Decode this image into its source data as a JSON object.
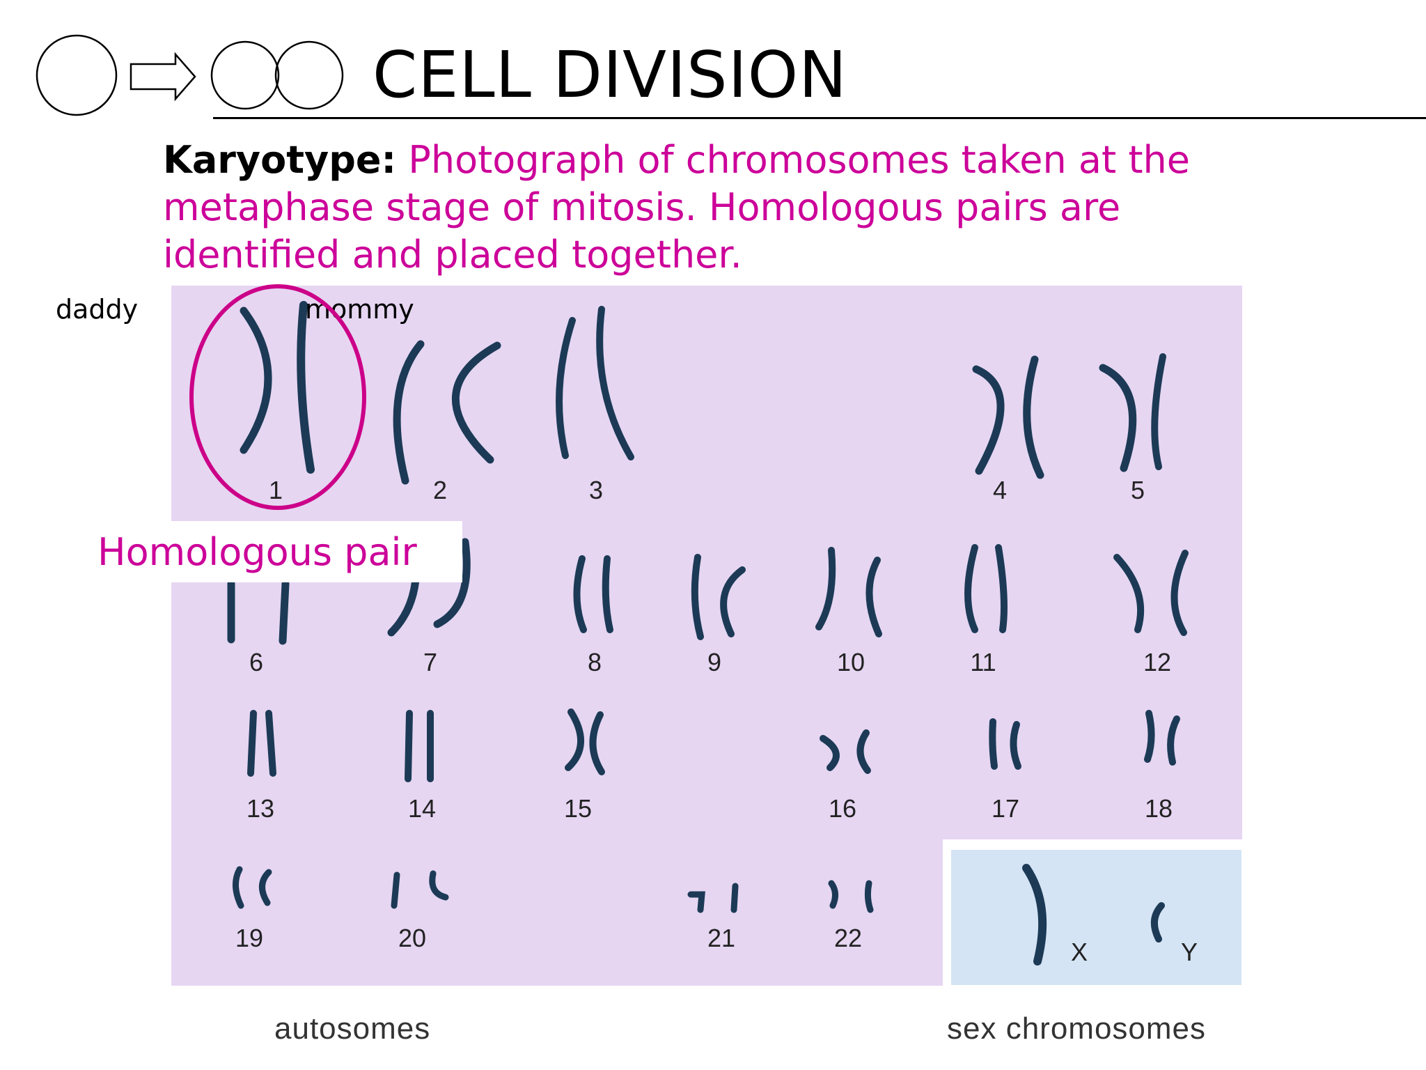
{
  "header": {
    "title": "CELL DIVISION"
  },
  "definition": {
    "term": "Karyotype:",
    "text": "Photograph of chromosomes taken at the metaphase stage of mitosis. Homologous pairs are identified and placed together."
  },
  "annotations": {
    "father": "daddy",
    "mother": "mommy",
    "pair": "Homologous pair",
    "ring_color": "#cc0088"
  },
  "karyotype": {
    "background_color": "#e6d6f2",
    "sex_box_color": "#d4e4f4",
    "chromosome_color": "#1c3a56",
    "pair_labels": [
      "1",
      "2",
      "3",
      "4",
      "5",
      "6",
      "7",
      "8",
      "9",
      "10",
      "11",
      "12",
      "13",
      "14",
      "15",
      "16",
      "17",
      "18",
      "19",
      "20",
      "21",
      "22"
    ],
    "sex_labels": [
      "X",
      "Y"
    ],
    "autosomes_label": "autosomes",
    "sex_chromosomes_label": "sex chromosomes"
  }
}
